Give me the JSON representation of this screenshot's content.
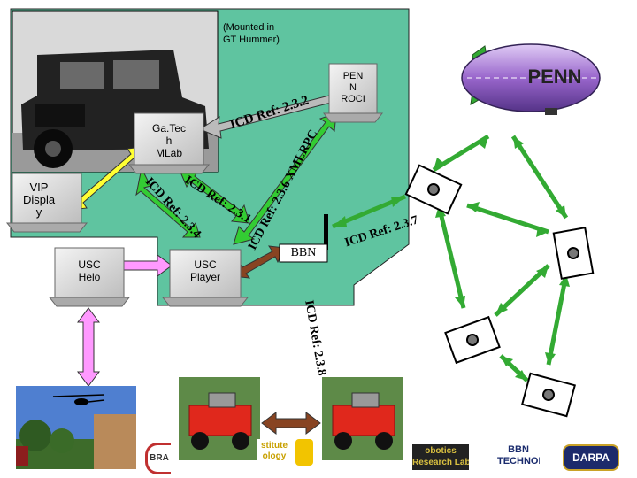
{
  "diagram": {
    "mount_note": "(Mounted in\nGT Hummer)",
    "nodes": {
      "gatech": "Ga.Tec\nh\nMLab",
      "vip": "VIP\nDispla\ny",
      "usc_helo": "USC\nHelo",
      "usc_player": "USC\nPlayer",
      "penn_roci": "PEN\nN\nROCI",
      "penn_blimp": "PENN",
      "bbn": "BBN"
    },
    "links": {
      "icd_232": "ICD Ref: 2.3.2",
      "icd_xmlrpc": "ICD Ref: 2.3.6  XMLRPC",
      "icd_231": "ICD Ref: 2.3.1",
      "icd_234": "ICD Ref: 2.3.4",
      "icd_237": "ICD Ref: 2.3.7",
      "icd_238": "ICD Ref: 2.3.8"
    },
    "logos": {
      "bra": "BRA",
      "institute": "stitute\nology",
      "robotics": "obotics\nResearch Lab",
      "bbn_tech": "BBN\nTECHNOLOGIES",
      "darpa": "DARPA"
    },
    "colors": {
      "background_panel": "#5fc4a0",
      "computer": "#d0d0d0",
      "arrow_yellow": "#ffff33",
      "arrow_green": "#33cc33",
      "arrow_gray": "#bbbbbb",
      "arrow_pink": "#ff99ff",
      "arrow_brown": "#884422",
      "blimp": "#9966cc"
    }
  }
}
